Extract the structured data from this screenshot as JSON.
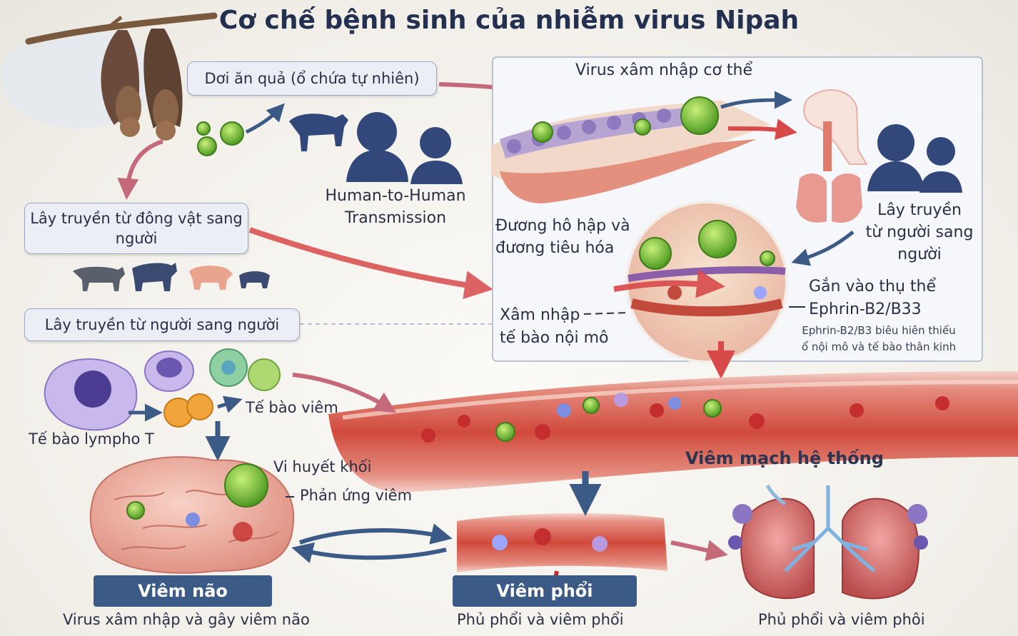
{
  "title": "Cơ chế bệnh sinh của nhiễm virus Nipah",
  "boxes": {
    "bat_reservoir": "Dơi ăn quả (ổ chứa tự nhiên)",
    "animal_to_human": "Lây truyền từ đông vật sang người",
    "human_to_human": "Lây truyền từ người sang người"
  },
  "labels": {
    "h2h_line1": "Human-to-Human",
    "h2h_line2": "Transmission",
    "virus_entry": "Virus xâm nhập cơ thể",
    "tract_line1": "Đương hô hập và",
    "tract_line2": "đương tiêu hóa",
    "right_tx_line1": "Lây truyền",
    "right_tx_line2": "từ người sang",
    "right_tx_line3": "người",
    "receptor_line1": "Gắn vào thụ thể",
    "receptor_line2": "Ephrin-B2/B33",
    "receptor_note_line1": "Ephrin-B2/B3 biêu hiên thiếu",
    "receptor_note_line2": "ổ nội mô và tế bào thân kinh",
    "endo_line1": "Xâm nhập",
    "endo_line2": "tế bào nội mô",
    "inflammatory_cells": "Tế bào viêm",
    "t_lymphocytes": "Tế bào lympho T",
    "microthrombi": "Vi huyết khối",
    "inflammatory_response": "Phản ứng viêm",
    "systemic_vasculitis": "Viêm mạch hệ thống"
  },
  "outcomes": [
    {
      "title": "Viêm não",
      "caption": "Virus xâm nhập và gây viêm não"
    },
    {
      "title": "Viêm phổi",
      "caption": "Phủ phổi và viêm phổi"
    },
    {
      "title": "",
      "caption": "Phủ phổi và viêm phôi"
    }
  ],
  "colors": {
    "title": "#23304f",
    "pill_bg": "#3c5a86",
    "arrow_red": "#d84a4a",
    "arrow_blue": "#3c5a86",
    "virus_green": "#4e9a22"
  }
}
